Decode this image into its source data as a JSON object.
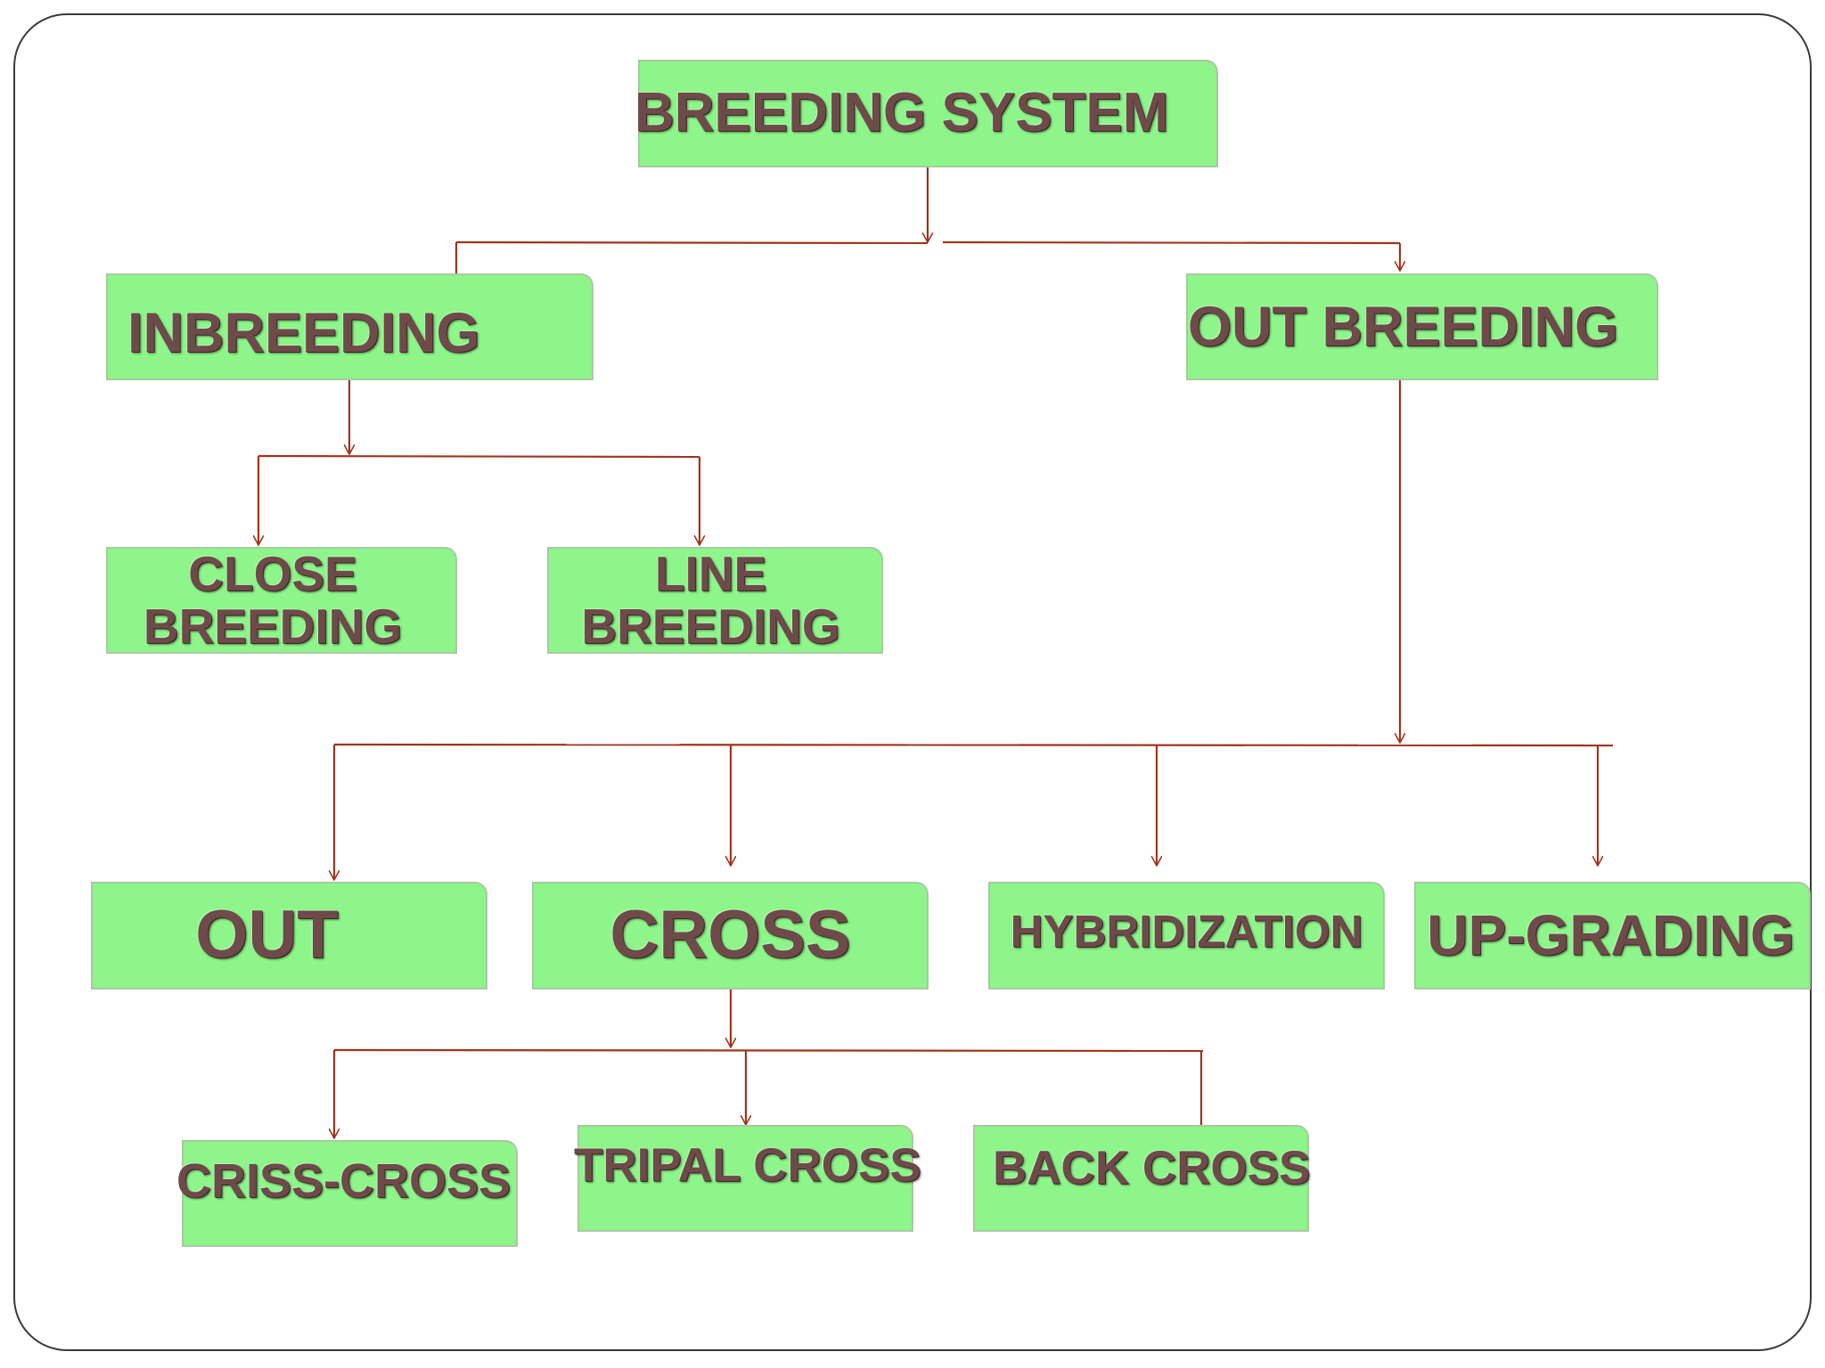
{
  "diagram": {
    "title": "BREEDING SYSTEM",
    "nodes": {
      "breeding_system": "BREEDING SYSTEM",
      "inbreeding": "INBREEDING",
      "out_breeding": "OUT BREEDING",
      "close_breeding": "CLOSE BREEDING",
      "line_breeding": "LINE BREEDING",
      "out": "OUT",
      "cross": "CROSS",
      "hybridization": "HYBRIDIZATION",
      "up_grading": "UP-GRADING",
      "criss_cross": "CRISS-CROSS",
      "tripal_cross": "TRIPAL CROSS",
      "back_cross": "BACK CROSS"
    },
    "edges": [
      [
        "breeding_system",
        "inbreeding"
      ],
      [
        "breeding_system",
        "out_breeding"
      ],
      [
        "inbreeding",
        "close_breeding"
      ],
      [
        "inbreeding",
        "line_breeding"
      ],
      [
        "out_breeding",
        "out"
      ],
      [
        "out_breeding",
        "cross"
      ],
      [
        "out_breeding",
        "hybridization"
      ],
      [
        "out_breeding",
        "up_grading"
      ],
      [
        "cross",
        "criss_cross"
      ],
      [
        "cross",
        "tripal_cross"
      ],
      [
        "cross",
        "back_cross"
      ]
    ],
    "colors": {
      "box_fill": "#8df58a",
      "box_border": "#a9c9a2",
      "text": "#6e4a4a",
      "connector": "#a0341c"
    }
  }
}
